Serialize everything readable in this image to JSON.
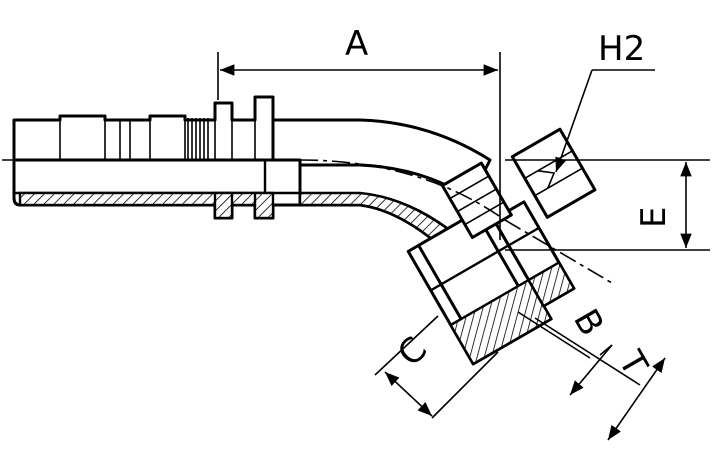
{
  "dimensions": {
    "a": "A",
    "h2": "H2",
    "e": "E",
    "b": "B",
    "t": "T",
    "c": "C"
  }
}
